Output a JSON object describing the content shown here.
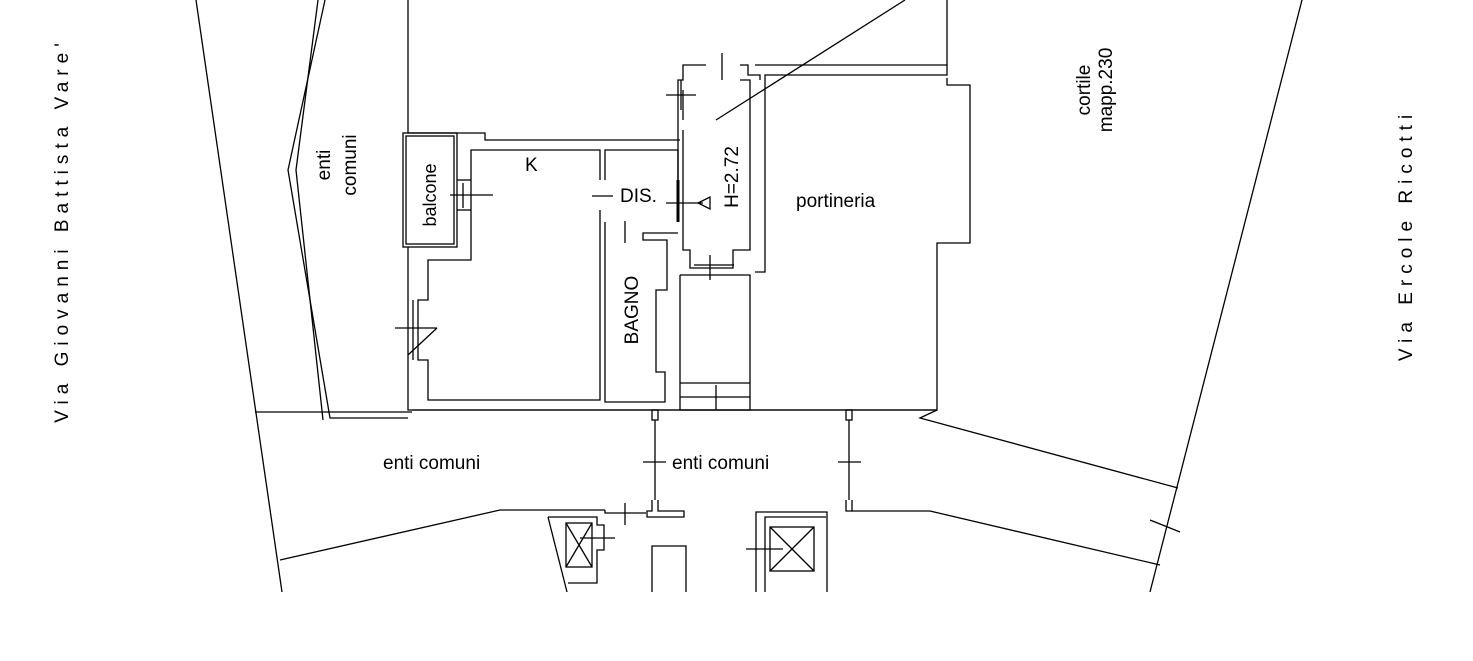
{
  "streets": {
    "left": "Via Giovanni Battista Vare'",
    "right": "Via Ercole Ricotti"
  },
  "rooms": {
    "enti_comuni_left_1": "enti",
    "enti_comuni_left_2": "comuni",
    "balcone": "balcone",
    "kitchen": "K",
    "dis": "DIS.",
    "height": "H=2.72",
    "bagno": "BAGNO",
    "portineria": "portineria",
    "cortile_1": "cortile",
    "cortile_2": "mapp.230",
    "enti_comuni_bottom_left": "enti comuni",
    "enti_comuni_bottom_center": "enti comuni"
  },
  "colors": {
    "line": "#000000",
    "background": "#ffffff"
  }
}
